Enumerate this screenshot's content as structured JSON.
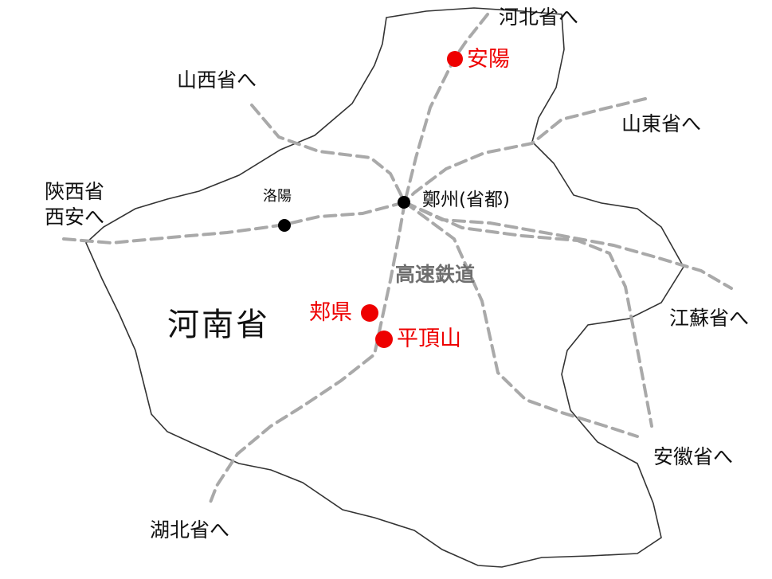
{
  "map": {
    "province": "河南省",
    "railway_label": "高速鉄道",
    "colors": {
      "border": "#333333",
      "railway": "#a9a9a9",
      "highlight": "#ee0000",
      "city": "#000000",
      "railway_label": "#6f6f6f"
    },
    "cities": [
      {
        "name": "安陽",
        "highlight": true
      },
      {
        "name": "鄭州(省都)",
        "highlight": false
      },
      {
        "name": "洛陽",
        "highlight": false
      },
      {
        "name": "郏県",
        "highlight": true
      },
      {
        "name": "平頂山",
        "highlight": true
      }
    ],
    "directions": [
      {
        "label": "河北省へ"
      },
      {
        "label": "山西省へ"
      },
      {
        "label": "山東省へ"
      },
      {
        "label": "陝西省\n西安へ"
      },
      {
        "label": "江蘇省へ"
      },
      {
        "label": "安徽省へ"
      },
      {
        "label": "湖北省へ"
      }
    ]
  }
}
